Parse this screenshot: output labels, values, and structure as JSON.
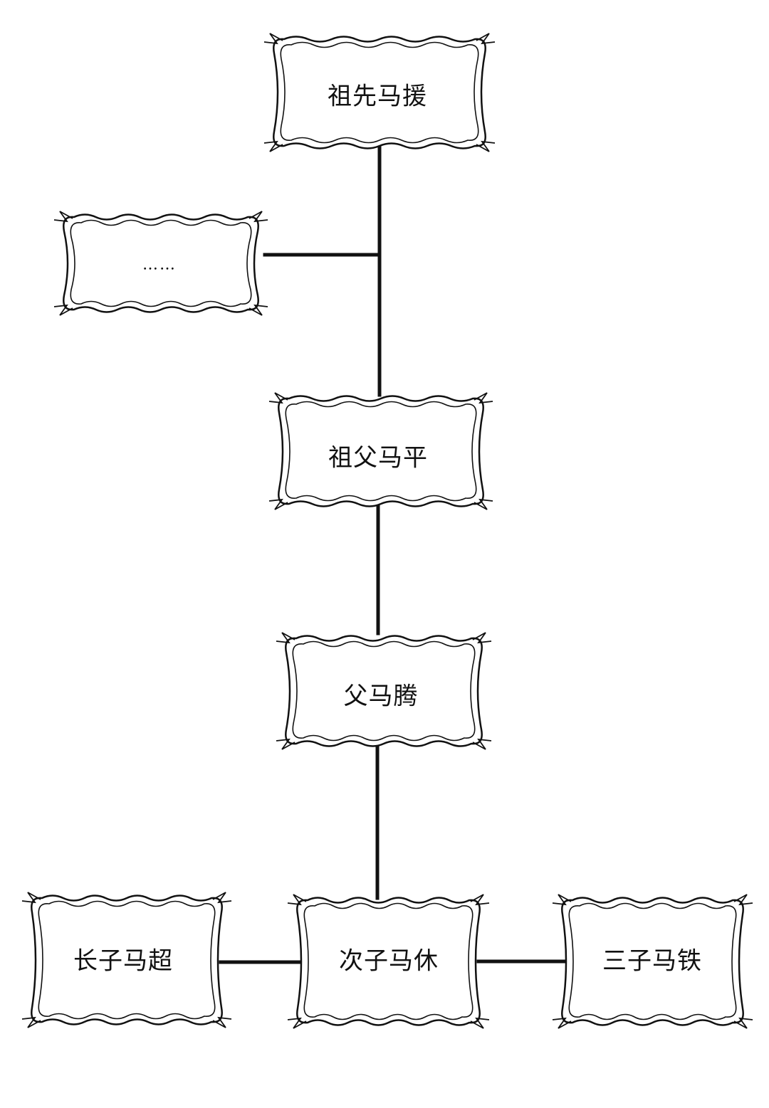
{
  "diagram": {
    "nodes": {
      "ancestor": {
        "label": "祖先马援"
      },
      "unknown": {
        "label": "……"
      },
      "grandfather": {
        "label": "祖父马平"
      },
      "father": {
        "label": "父马腾"
      },
      "eldest_son": {
        "label": "长子马超"
      },
      "second_son": {
        "label": "次子马休"
      },
      "third_son": {
        "label": "三子马铁"
      }
    },
    "edges": [
      {
        "from": "ancestor",
        "to": "grandfather"
      },
      {
        "from": "unknown",
        "to": "ancestor-grandfather-line"
      },
      {
        "from": "grandfather",
        "to": "father"
      },
      {
        "from": "father",
        "to": "second_son"
      },
      {
        "from": "eldest_son",
        "to": "second_son"
      },
      {
        "from": "second_son",
        "to": "third_son"
      }
    ],
    "colors": {
      "stroke": "#111111",
      "background": "#ffffff"
    }
  }
}
